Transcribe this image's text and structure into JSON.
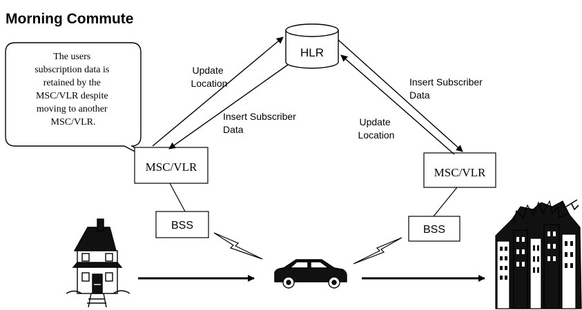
{
  "title": "Morning Commute",
  "callout": {
    "lines": [
      "The users",
      "subscription data is",
      "retained by the",
      "MSC/VLR despite",
      "moving to another",
      "MSC/VLR."
    ]
  },
  "nodes": {
    "hlr": "HLR",
    "msc_vlr_left": "MSC/VLR",
    "msc_vlr_right": "MSC/VLR",
    "bss_left": "BSS",
    "bss_right": "BSS"
  },
  "messages": {
    "left_update": [
      "Update",
      "Location"
    ],
    "left_insert": [
      "Insert Subscriber",
      "Data"
    ],
    "right_insert": [
      "Insert Subscriber",
      "Data"
    ],
    "right_update": [
      "Update",
      "Location"
    ]
  },
  "icons": [
    "house-icon",
    "car-icon",
    "city-buildings-icon",
    "lightning-icon"
  ]
}
